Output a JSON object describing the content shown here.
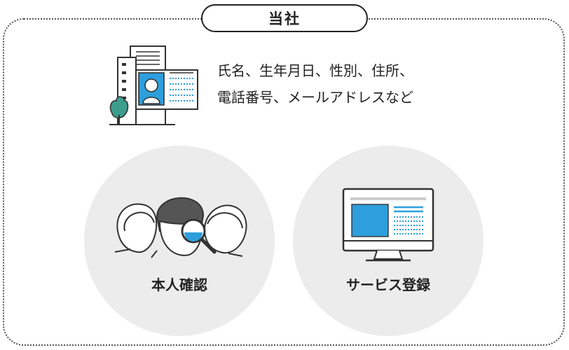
{
  "title": "当社",
  "info": {
    "lines": [
      "氏名、生年月日、性別、住所、",
      "電話番号、メールアドレスなど"
    ]
  },
  "circles": [
    {
      "label": "本人確認",
      "icon": "people-magnifier-icon"
    },
    {
      "label": "サービス登録",
      "icon": "monitor-icon"
    }
  ],
  "colors": {
    "accent": "#2e9fdc",
    "line": "#333333",
    "circle_bg": "#ececec",
    "tree": "#3d9e8e"
  }
}
